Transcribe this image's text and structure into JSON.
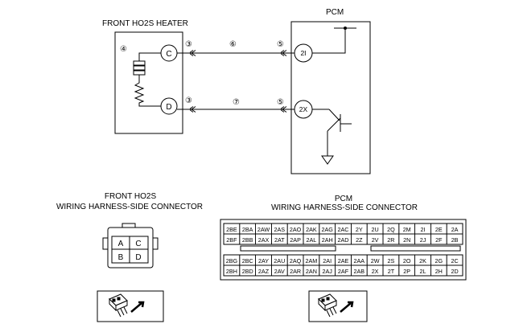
{
  "heater": {
    "title": "FRONT HO2S HEATER",
    "pin_c": "C",
    "pin_d": "D",
    "callout_resistor": "④",
    "callout_c": "③",
    "callout_d": "③"
  },
  "pcm": {
    "title": "PCM",
    "pin_2i": "2I",
    "pin_2x": "2X",
    "callout_2i": "⑤",
    "callout_2x": "⑤"
  },
  "wires": {
    "top_callout": "⑥",
    "bottom_callout": "⑦"
  },
  "ho2s_connector": {
    "title_line1": "FRONT HO2S",
    "title_line2": "WIRING HARNESS-SIDE CONNECTOR",
    "pins": [
      "A",
      "C",
      "B",
      "D"
    ]
  },
  "pcm_connector": {
    "title_line1": "PCM",
    "title_line2": "WIRING HARNESS-SIDE CONNECTOR",
    "top_block": [
      [
        "2BE",
        "2BA",
        "2AW",
        "2AS",
        "2AO",
        "2AK",
        "2AG",
        "2AC",
        "2Y",
        "2U",
        "2Q",
        "2M",
        "2I",
        "2E",
        "2A"
      ],
      [
        "2BF",
        "2BB",
        "2AX",
        "2AT",
        "2AP",
        "2AL",
        "2AH",
        "2AD",
        "2Z",
        "2V",
        "2R",
        "2N",
        "2J",
        "2F",
        "2B"
      ]
    ],
    "bottom_block": [
      [
        "2BG",
        "2BC",
        "2AY",
        "2AU",
        "2AQ",
        "2AM",
        "2AI",
        "2AE",
        "2AA",
        "2W",
        "2S",
        "2O",
        "2K",
        "2G",
        "2C"
      ],
      [
        "2BH",
        "2BD",
        "2AZ",
        "2AV",
        "2AR",
        "2AN",
        "2AJ",
        "2AF",
        "2AB",
        "2X",
        "2T",
        "2P",
        "2L",
        "2H",
        "2D"
      ]
    ]
  }
}
